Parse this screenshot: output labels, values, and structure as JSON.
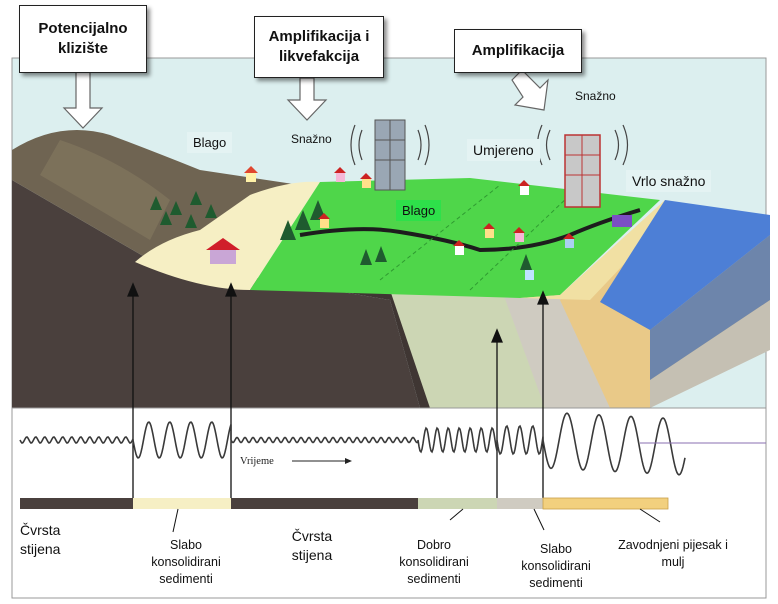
{
  "callouts": {
    "landslide": "Potencijalno klizište",
    "amp_liq": "Amplifikacija i likvefakcija",
    "amp": "Amplifikacija"
  },
  "intensity": {
    "blago_hill": "Blago",
    "snazno_beach": "Snažno",
    "snazno_top": "Snažno",
    "umjereno": "Umjereno",
    "blago_field": "Blago",
    "vrlo_snazno": "Vrlo snažno"
  },
  "time_axis": "Vrijeme",
  "soil_labels": {
    "rock_left": "Čvrsta stijena",
    "loose_left": "Slabo konsolidirani sedimenti",
    "rock_mid": "Čvrsta stijena",
    "dense": "Dobro konsolidirani sedimenti",
    "loose_right": "Slabo konsolidirani sedimenti",
    "saturated": "Zavodnjeni pijesak i mulj"
  },
  "colors": {
    "sky": "#dcefef",
    "hill": "#6f6452",
    "rock": "#4a403d",
    "grass": "#4fd64a",
    "sand": "#f6efc4",
    "sea": "#4d7fd6",
    "wave": "#3a3a3a"
  }
}
